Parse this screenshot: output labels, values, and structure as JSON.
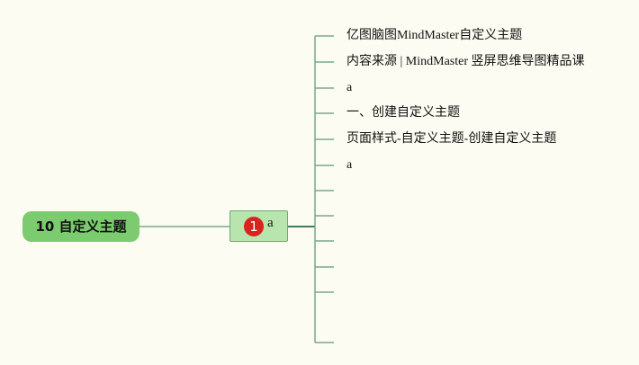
{
  "root": {
    "label": "10 自定义主题"
  },
  "subtopic": {
    "marker_label": "1",
    "label": "a"
  },
  "leaves": [
    "亿图脑图MindMaster自定义主题",
    "内容来源 | MindMaster 竖屏思维导图精品课",
    "a",
    "一、创建自定义主题",
    "页面样式-自定义主题-创建自定义主题",
    "a",
    "",
    "",
    "",
    "",
    "",
    ""
  ],
  "colors": {
    "background": "#fdfcf2",
    "root_fill": "#7ccb6e",
    "subtopic_fill": "#b8e4ae",
    "marker_fill": "#d9241e",
    "connector": "#7aa88a"
  }
}
